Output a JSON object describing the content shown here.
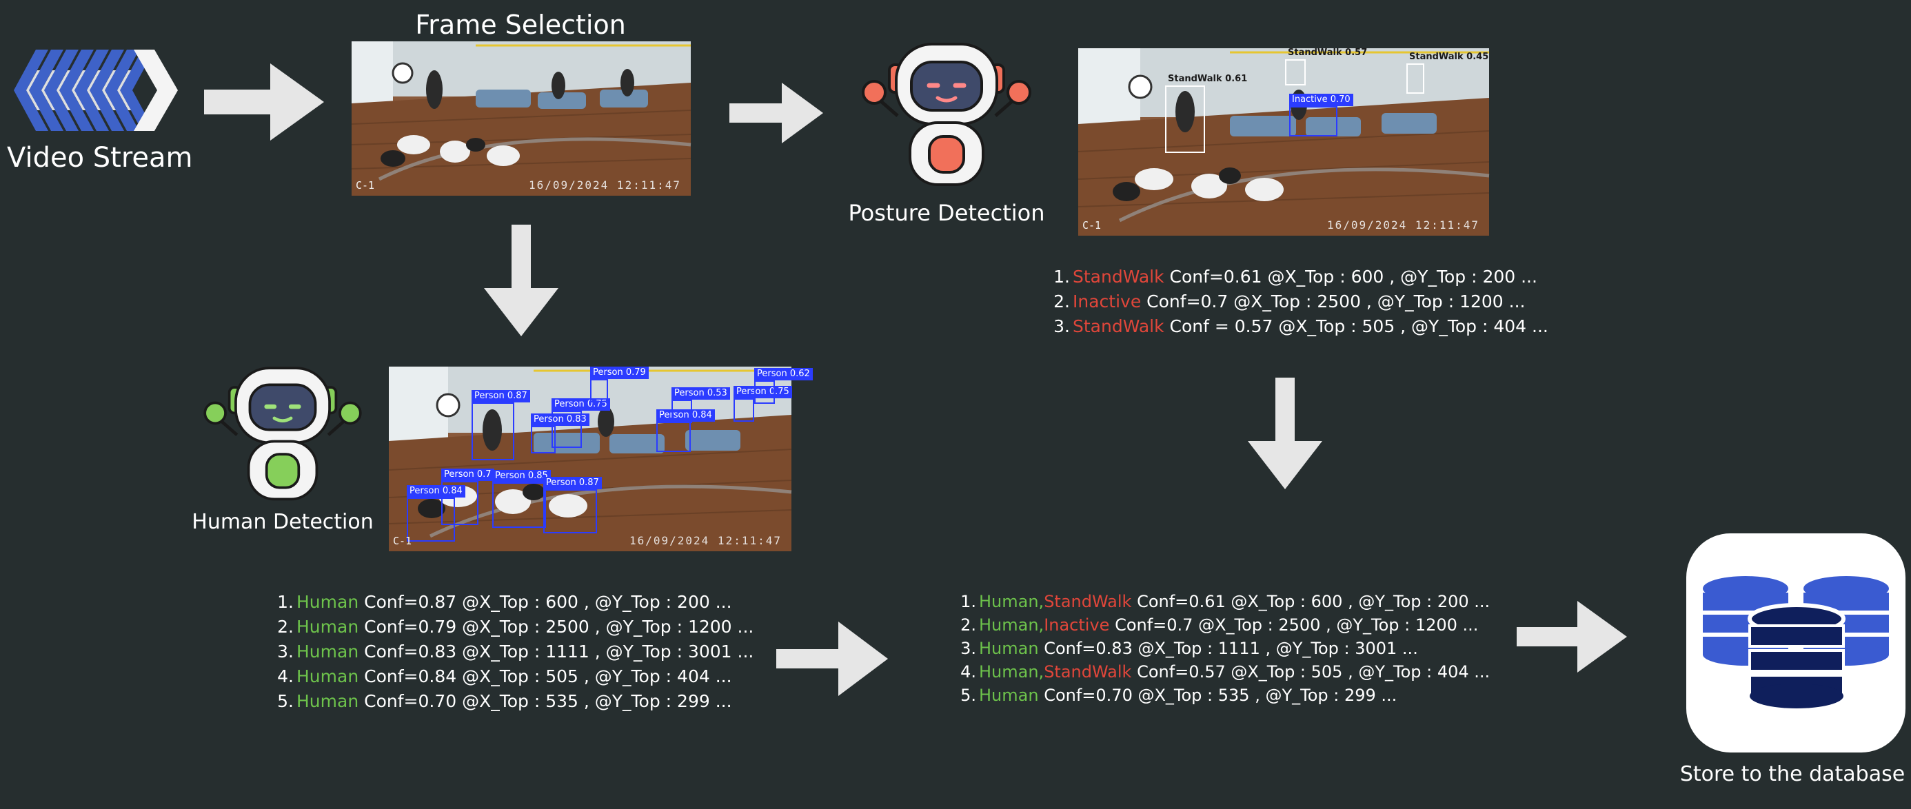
{
  "labels": {
    "video_stream": "Video Stream",
    "frame_selection": "Frame Selection",
    "posture_detection": "Posture Detection",
    "human_detection": "Human Detection",
    "store": "Store to the database"
  },
  "frames": {
    "timestamp": "16/09/2024 12:11:47",
    "camera": "C-1"
  },
  "human_boxes": [
    "Person 0.87",
    "Person 0.75",
    "Person 0.83",
    "Person 0.84",
    "Person 0.79",
    "Person 0.53",
    "Person 0.75",
    "Person 0.62",
    "Person 0.7",
    "Person 0.85",
    "Person 0.87",
    "Person 0.84"
  ],
  "posture_boxes": [
    "StandWalk 0.61",
    "StandWalk 0.57",
    "StandWalk 0.45",
    "Inactive 0.70"
  ],
  "human_list": [
    {
      "idx": "1.",
      "label": "Human",
      "rest": " Conf=0.87  @X_Top : 600 , @Y_Top : 200 ..."
    },
    {
      "idx": "2.",
      "label": "Human",
      "rest": " Conf=0.79 @X_Top : 2500 , @Y_Top : 1200 ..."
    },
    {
      "idx": "3.",
      "label": "Human",
      "rest": " Conf=0.83 @X_Top : 1111 , @Y_Top : 3001 ..."
    },
    {
      "idx": "4.",
      "label": "Human",
      "rest": " Conf=0.84 @X_Top : 505 , @Y_Top : 404 ..."
    },
    {
      "idx": "5.",
      "label": "Human",
      "rest": " Conf=0.70 @X_Top : 535 , @Y_Top : 299 ..."
    }
  ],
  "posture_list": [
    {
      "idx": "1.",
      "label": "StandWalk",
      "rest": " Conf=0.61 @X_Top : 600 , @Y_Top : 200 ..."
    },
    {
      "idx": "2.",
      "label": "Inactive",
      "rest": " Conf=0.7 @X_Top : 2500 , @Y_Top : 1200 ..."
    },
    {
      "idx": "3.",
      "label": "StandWalk",
      "rest": " Conf = 0.57 @X_Top : 505 , @Y_Top : 404 ..."
    }
  ],
  "merged_list": [
    {
      "idx": "1.",
      "human": "Human,",
      "posture": "StandWalk",
      "rest": " Conf=0.61  @X_Top : 600 , @Y_Top : 200 ..."
    },
    {
      "idx": "2.",
      "human": "Human,",
      "posture": "Inactive",
      "rest": " Conf=0.7 @X_Top : 2500 , @Y_Top : 1200 ..."
    },
    {
      "idx": "3.",
      "human": "Human",
      "posture": "",
      "rest": " Conf=0.83 @X_Top : 1111 , @Y_Top : 3001 ..."
    },
    {
      "idx": "4.",
      "human": "Human,",
      "posture": "StandWalk",
      "rest": " Conf=0.57 @X_Top : 505 , @Y_Top : 404 ..."
    },
    {
      "idx": "5.",
      "human": "Human",
      "posture": "",
      "rest": " Conf=0.70 @X_Top : 535 , @Y_Top : 299 ..."
    }
  ],
  "colors": {
    "background": "#262e2f",
    "arrow": "#e6e6e6",
    "human_green": "#6dc24b",
    "posture_red": "#e0463a",
    "box_blue": "#2b3cff",
    "db_blue": "#3a5bd1",
    "db_navy": "#0f1f5c"
  },
  "icons": [
    "video-stream-icon",
    "robot-icon",
    "database-icon",
    "arrow-icon"
  ]
}
